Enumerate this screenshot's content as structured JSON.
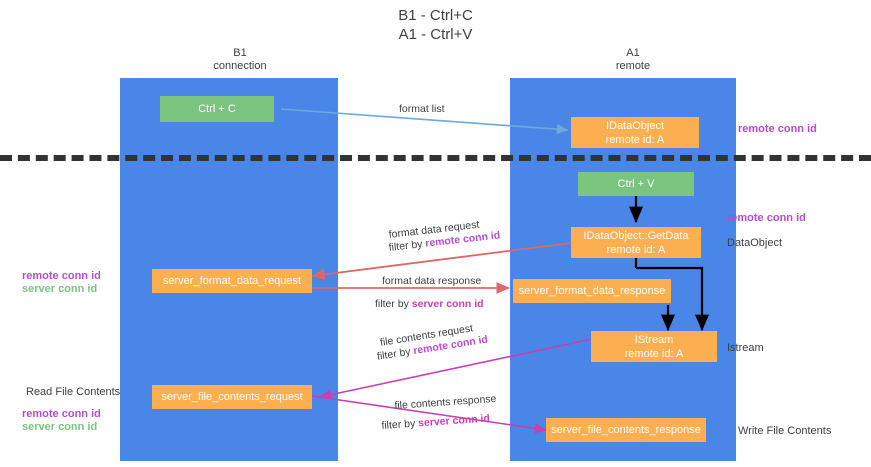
{
  "title": "B1 - Ctrl+C\nA1 - Ctrl+V",
  "columns": {
    "left": "B1\nconnection",
    "right": "A1\nremote"
  },
  "colors": {
    "lane": "#4a86e8",
    "green_node": "#7bc47f",
    "orange_node": "#fbaf50",
    "remote_conn_id": "#b44ecb",
    "server_conn_id_left": "#7bc47f",
    "server_conn_id_edge": "#c93faf",
    "divider": "#333333",
    "arrow_blue": "#6fa8dc",
    "arrow_red": "#e06666",
    "arrow_magenta": "#c93faf",
    "arrow_black": "#000000"
  },
  "nodes": {
    "ctrl_c": "Ctrl + C",
    "ctrl_v": "Ctrl + V",
    "idataobject": "IDataObject\nremote id: A",
    "idataobject_getdata": "IDataObject::GetData\nremote id: A",
    "server_format_data_request": "server_format_data_request",
    "server_format_data_response": "server_format_data_response",
    "istream": "IStream\nremote id: A",
    "server_file_contents_request": "server_file_contents_request",
    "server_file_contents_response": "server_file_contents_response"
  },
  "edges": {
    "format_list": "format list",
    "format_data_request": "format data request",
    "format_data_request_filter_prefix": "filter by ",
    "format_data_request_filter_key": "remote conn id",
    "format_data_response": "format data response",
    "format_data_response_filter_prefix": "filter by ",
    "format_data_response_filter_key": "server conn id",
    "file_contents_request": "file contents request",
    "file_contents_request_filter_prefix": "filter by ",
    "file_contents_request_filter_key": "remote conn id",
    "file_contents_response": "file contents response",
    "file_contents_response_filter_prefix": "filter by ",
    "file_contents_response_filter_key": "server conn id"
  },
  "annotations": {
    "right_remote_conn_id_top": "remote conn id",
    "right_remote_conn_id_mid": "remote conn id",
    "right_dataobject": "DataObject",
    "right_istream": "Istream",
    "right_write_file_contents": "Write File Contents",
    "left_remote_conn_id_mid": "remote conn id",
    "left_server_conn_id_mid": "server conn id",
    "left_read_file_contents": "Read File Contents",
    "left_remote_conn_id_bottom": "remote conn id",
    "left_server_conn_id_bottom": "server conn id"
  }
}
